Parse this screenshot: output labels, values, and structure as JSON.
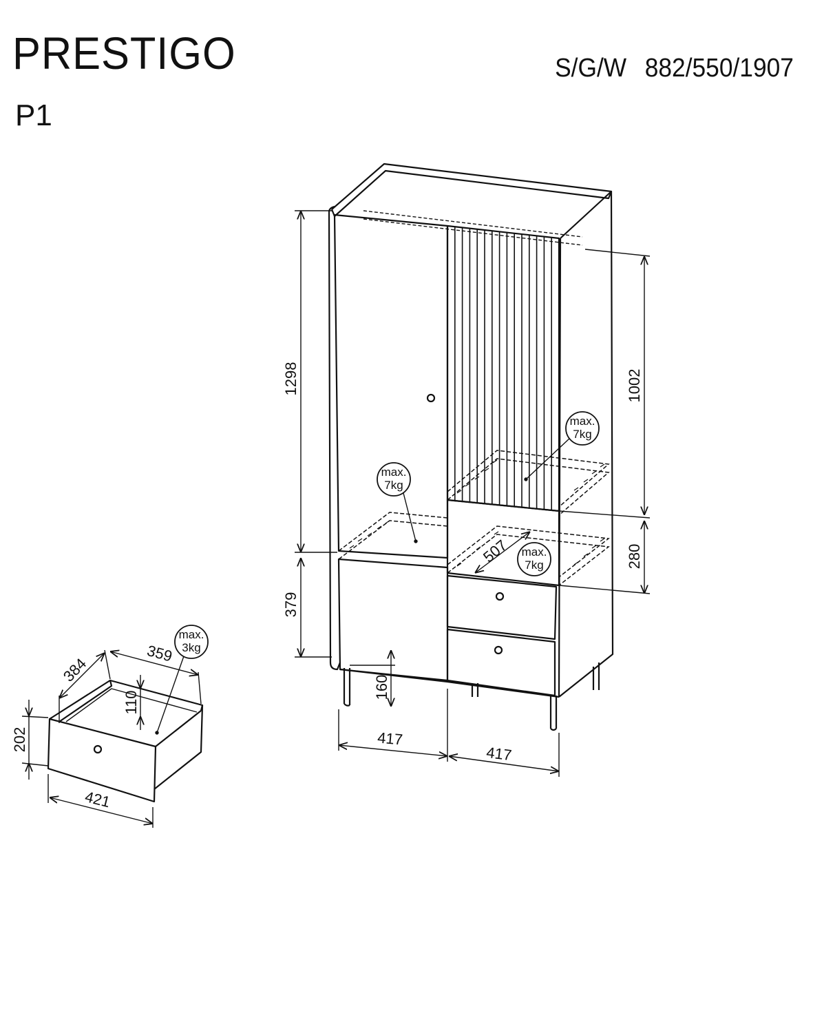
{
  "header": {
    "title": "PRESTIGO",
    "model": "P1",
    "dims_label": "S/G/W",
    "dims_value": "882/550/1907"
  },
  "dimensions": {
    "upper_left_height": "1298",
    "lower_left_height": "379",
    "right_upper_height": "1002",
    "right_shelf_gap": "280",
    "leg_height": "160",
    "left_width": "417",
    "right_width": "417",
    "shelf_depth": "507",
    "drawer_depth": "384",
    "drawer_inner_width": "359",
    "drawer_inner_height": "110",
    "drawer_height": "202",
    "drawer_width": "421"
  },
  "load_badges": {
    "shelf_upper_right": {
      "line1": "max.",
      "line2": "7kg"
    },
    "shelf_left": {
      "line1": "max.",
      "line2": "7kg"
    },
    "shelf_lower_right": {
      "line1": "max.",
      "line2": "7kg"
    },
    "drawer": {
      "line1": "max.",
      "line2": "3kg"
    }
  }
}
